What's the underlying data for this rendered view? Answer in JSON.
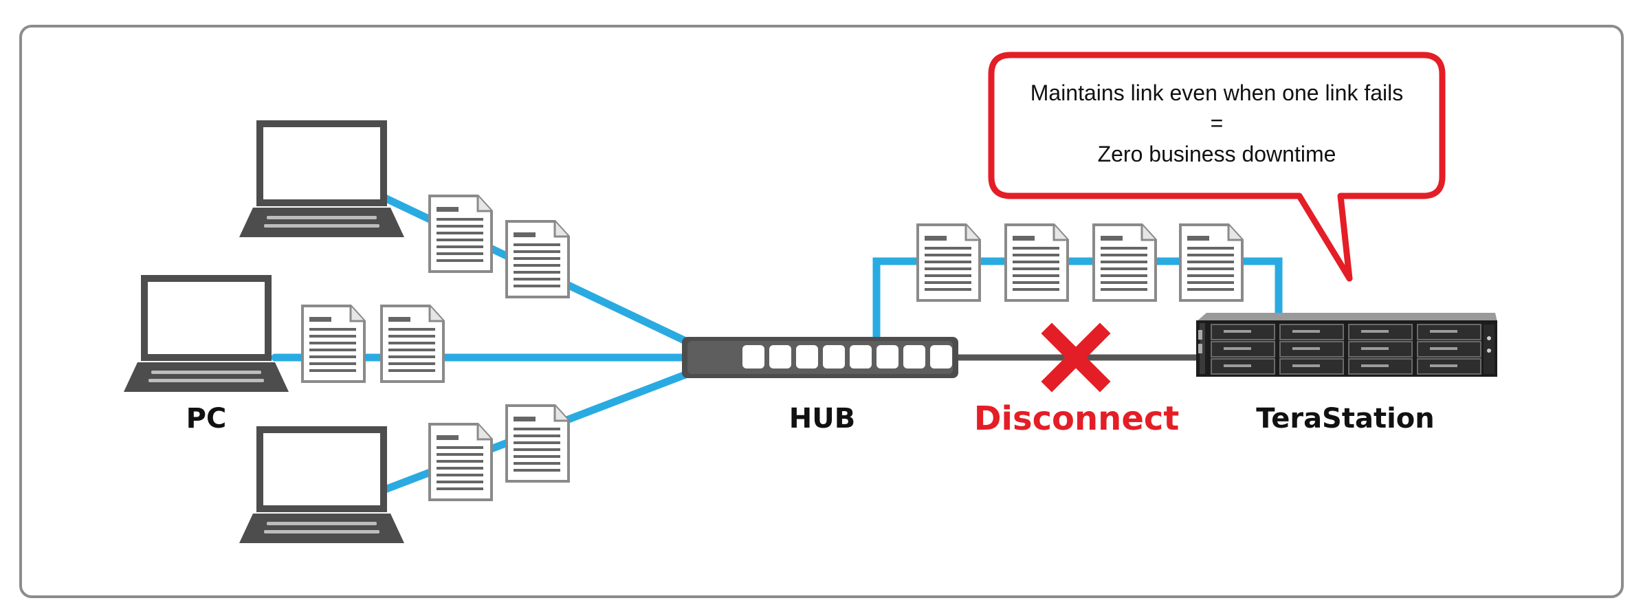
{
  "labels": {
    "pc": "PC",
    "hub": "HUB",
    "disconnect": "Disconnect",
    "terastation": "TeraStation"
  },
  "callout": {
    "line1": "Maintains link even when one link fails",
    "line2": "=",
    "line3": "Zero business downtime"
  },
  "colors": {
    "link": "#29abe2",
    "failed_link": "#555555",
    "alert": "#e41e26",
    "device": "#4d4d4d"
  },
  "icons": [
    "laptop-icon",
    "document-icon",
    "hub-icon",
    "nas-icon",
    "x-mark-icon",
    "speech-bubble"
  ]
}
